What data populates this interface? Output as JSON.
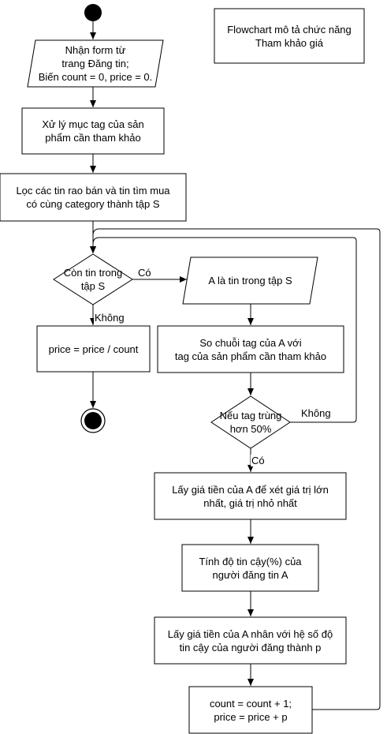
{
  "diagram": {
    "title": "Flowchart mô tả chức năng\nTham khảo giá",
    "nodes": {
      "input_form": "Nhận form từ\ntrang Đăng tin;\nBiến count = 0, price = 0.",
      "process_tags": "Xử lý mục tag của sản\nphẩm cần tham khảo",
      "filter_posts": "Lọc các tin rao bán và tin tìm mua\ncó cùng category thành tập S",
      "decision_remaining": "Còn tin trong\ntập S",
      "input_a": "A là tin trong tập S",
      "compute_price": "price = price / count",
      "compare_tags": "So chuỗi tag của A với\ntag của sản phẩm cần tham khảo",
      "decision_match": "Nếu tag trùng\nhơn 50%",
      "take_price": "Lấy giá tiền của A để xét giá trị lớn\nnhất, giá trị nhỏ nhất",
      "reliability": "Tính độ tin cậy(%) của\nngười đăng tin A",
      "multiply": "Lấy giá tiền của A nhân với hệ số độ\ntin cậy của người đăng thành p",
      "update": "count = count + 1;\nprice = price + p"
    },
    "edge_labels": {
      "remaining_yes": "Có",
      "remaining_no": "Không",
      "match_yes": "Có",
      "match_no": "Không"
    }
  }
}
